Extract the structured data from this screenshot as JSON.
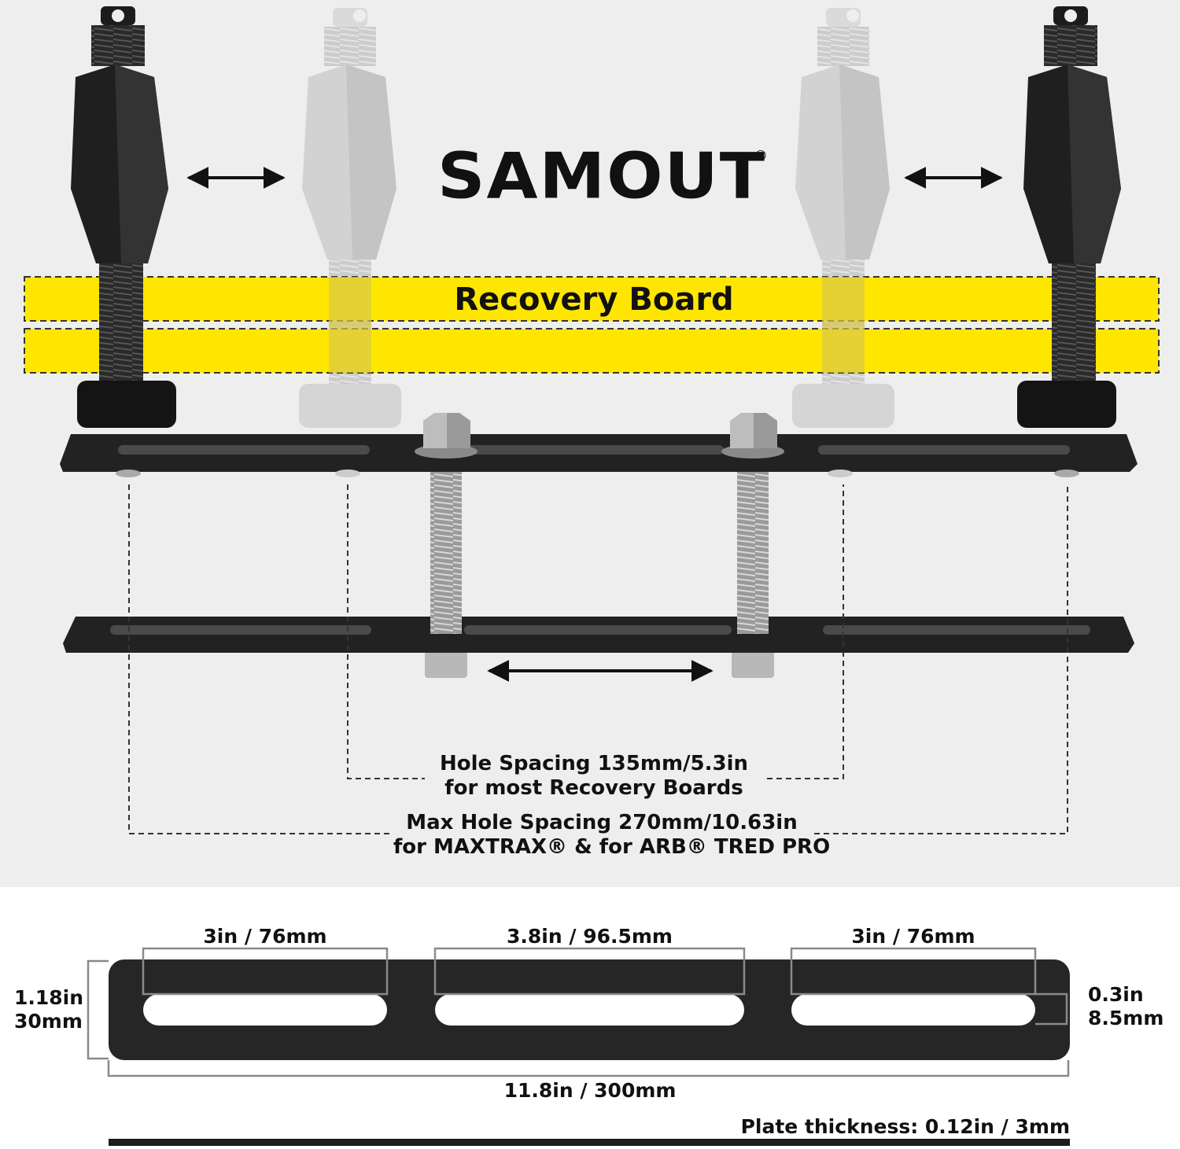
{
  "brand": {
    "name": "SAMOUT",
    "registered_mark": "®"
  },
  "diagram": {
    "board_label": "Recovery Board",
    "hole_spacing": {
      "line1": "Hole Spacing 135mm/5.3in",
      "line2": "for most Recovery Boards"
    },
    "max_hole_spacing": {
      "line1": "Max Hole Spacing 270mm/10.63in",
      "line2": "for MAXTRAX® & for ARB® TRED PRO"
    }
  },
  "dimensions": {
    "slot_left": "3in / 76mm",
    "slot_middle": "3.8in / 96.5mm",
    "slot_right": "3in / 76mm",
    "plate_height": [
      "1.18in",
      "30mm"
    ],
    "slot_height": [
      "0.3in",
      "8.5mm"
    ],
    "plate_length": "11.8in / 300mm",
    "plate_thickness": "Plate thickness: 0.12in / 3mm"
  },
  "colors": {
    "board_yellow": "#ffe600",
    "metal_black": "#1c1c1c",
    "ghost_grey": "#cfcfcf",
    "steel": "#b5b5b5"
  },
  "icons": [
    "double-arrow-icon",
    "pin-knob-icon",
    "bolt-icon"
  ]
}
